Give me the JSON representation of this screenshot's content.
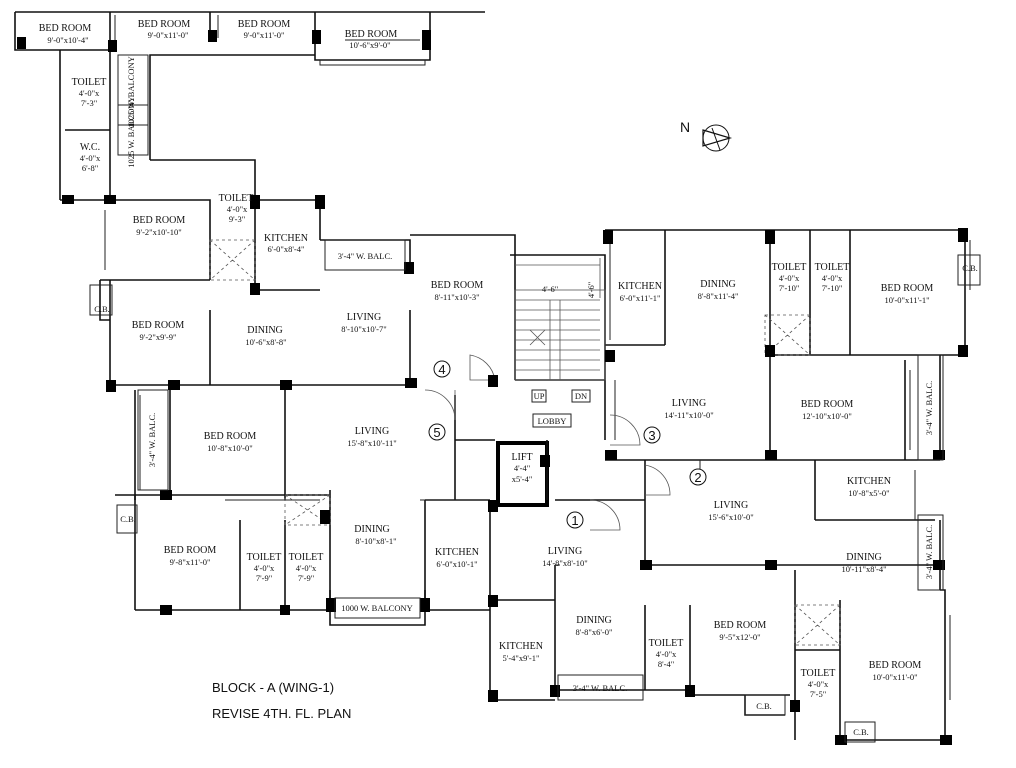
{
  "plan_title": "BLOCK - A (WING-1)",
  "plan_subtitle": "REVISE 4TH. FL. PLAN",
  "north_label": "N",
  "lift": {
    "name": "LIFT",
    "dim1": "4'-4\"",
    "dim2": "x5'-4\""
  },
  "lobby": "LOBBY",
  "stair": {
    "up": "UP",
    "dn": "DN",
    "w1": "4'-6\"",
    "w2": "4'-6\""
  },
  "flat_numbers": [
    "1",
    "2",
    "3",
    "4",
    "5"
  ],
  "rooms": [
    {
      "name": "BED ROOM",
      "dim": "9'-0\"x10'-4\""
    },
    {
      "name": "BED ROOM",
      "dim": "9'-0\"x11'-0\""
    },
    {
      "name": "BED ROOM",
      "dim": "9'-0\"x11'-0\""
    },
    {
      "name": "BED ROOM",
      "dim": "10'-6\"x9'-0\""
    },
    {
      "name": "TOILET",
      "dim": "4'-0\"x 7'-3\""
    },
    {
      "name": "W.C.",
      "dim": "4'-0\"x 6'-8\""
    },
    {
      "name": "BED ROOM",
      "dim": "9'-2\"x10'-10\""
    },
    {
      "name": "TOILET",
      "dim": "4'-0\"x 9'-3\""
    },
    {
      "name": "KITCHEN",
      "dim": "6'-0\"x8'-4\""
    },
    {
      "name": "BED ROOM",
      "dim": "9'-2\"x9'-9\""
    },
    {
      "name": "DINING",
      "dim": "10'-6\"x8'-8\""
    },
    {
      "name": "LIVING",
      "dim": "8'-10\"x10'-7\""
    },
    {
      "name": "BED ROOM",
      "dim": "8'-11\"x10'-3\""
    },
    {
      "name": "BED ROOM",
      "dim": "10'-8\"x10'-0\""
    },
    {
      "name": "LIVING",
      "dim": "15'-8\"x10'-11\""
    },
    {
      "name": "BED ROOM",
      "dim": "9'-8\"x11'-0\""
    },
    {
      "name": "TOILET",
      "dim": "4'-0\"x 7'-9\""
    },
    {
      "name": "TOILET",
      "dim": "4'-0\"x 7'-9\""
    },
    {
      "name": "DINING",
      "dim": "8'-10\"x8'-1\""
    },
    {
      "name": "KITCHEN",
      "dim": "6'-0\"x10'-1\""
    },
    {
      "name": "KITCHEN",
      "dim": "6'-0\"x11'-1\""
    },
    {
      "name": "DINING",
      "dim": "8'-8\"x11'-4\""
    },
    {
      "name": "TOILET",
      "dim": "4'-0\"x 7'-10\""
    },
    {
      "name": "TOILET",
      "dim": "4'-0\"x 7'-10\""
    },
    {
      "name": "BED ROOM",
      "dim": "10'-0\"x11'-1\""
    },
    {
      "name": "LIVING",
      "dim": "14'-11\"x10'-0\""
    },
    {
      "name": "BED ROOM",
      "dim": "12'-10\"x10'-0\""
    },
    {
      "name": "KITCHEN",
      "dim": "10'-8\"x5'-0\""
    },
    {
      "name": "LIVING",
      "dim": "15'-6\"x10'-0\""
    },
    {
      "name": "DINING",
      "dim": "10'-11\"x8'-4\""
    },
    {
      "name": "LIVING",
      "dim": "14'-8\"x8'-10\""
    },
    {
      "name": "DINING",
      "dim": "8'-8\"x6'-0\""
    },
    {
      "name": "TOILET",
      "dim": "4'-0\"x 8'-4\""
    },
    {
      "name": "BED ROOM",
      "dim": "9'-5\"x12'-0\""
    },
    {
      "name": "KITCHEN",
      "dim": "5'-4\"x9'-1\""
    },
    {
      "name": "TOILET",
      "dim": "4'-0\"x 7'-5\""
    },
    {
      "name": "BED ROOM",
      "dim": "10'-0\"x11'-0\""
    }
  ],
  "balconies": [
    "1025 W. BALCONY",
    "1025 W. BALCONY",
    "3'-4\" W. BALC.",
    "3'-4\" W. BALC.",
    "1000 W. BALCONY",
    "3'-4\" W. BALC.",
    "3'-4\" W. BALC.",
    "3'-4\" W. BALC."
  ],
  "cb_label": "C.B."
}
